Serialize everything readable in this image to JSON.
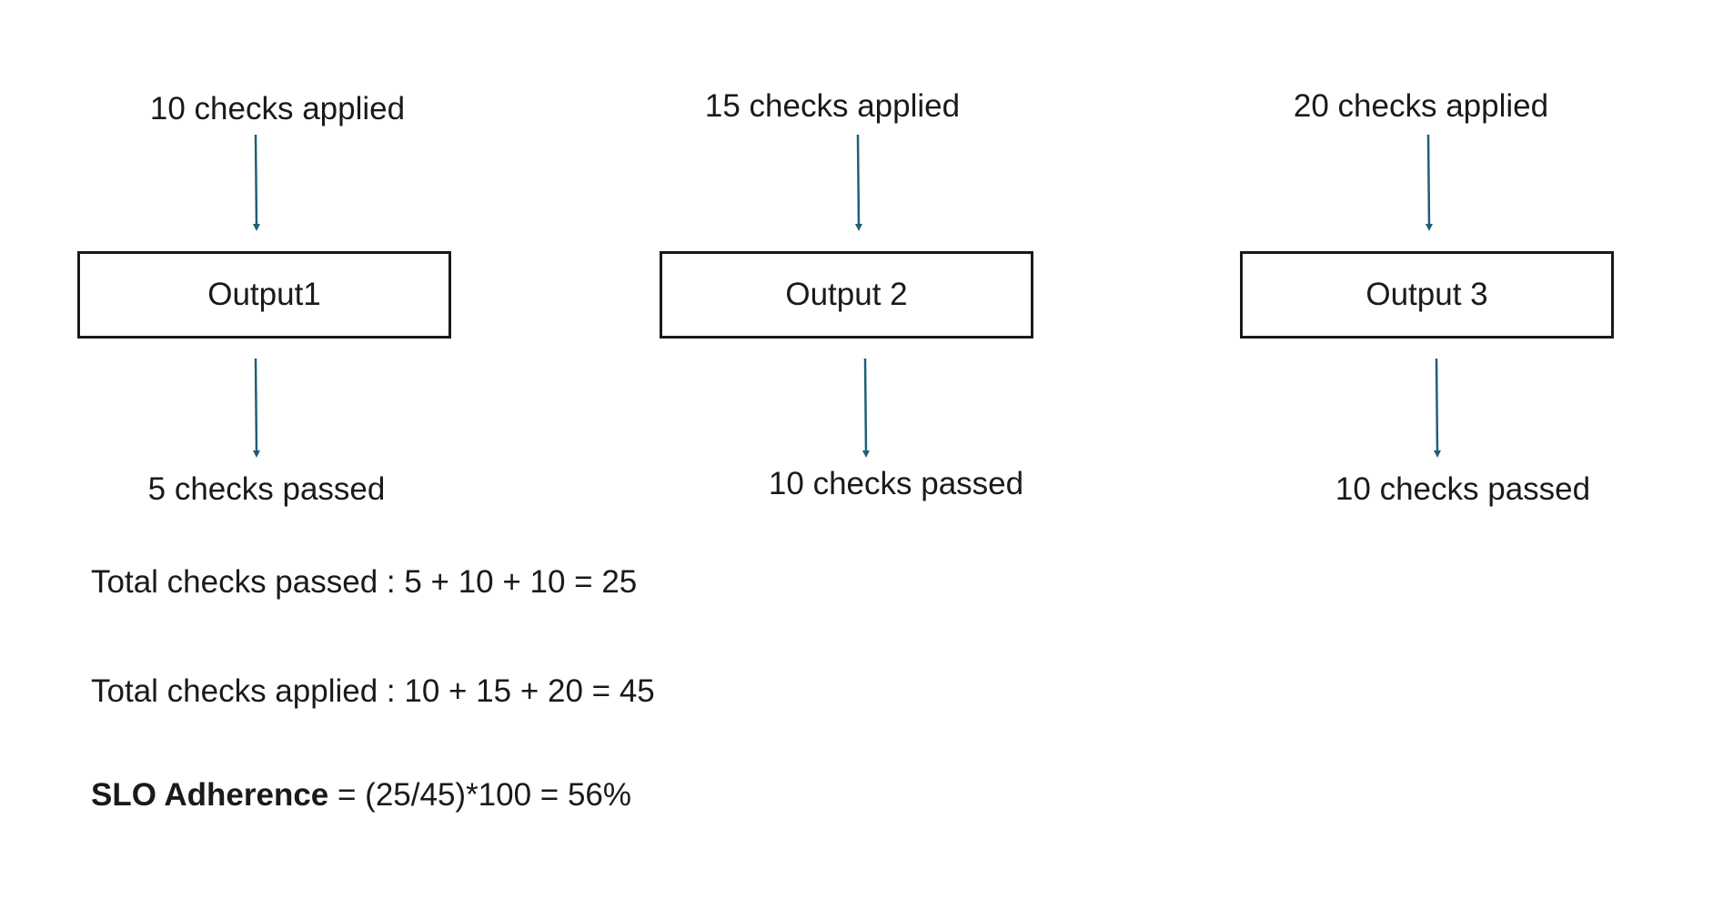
{
  "nodes": [
    {
      "id": "output1",
      "applied_label": "10 checks applied",
      "box_label": "Output1",
      "passed_label": "5 checks passed"
    },
    {
      "id": "output2",
      "applied_label": "15 checks applied",
      "box_label": "Output 2",
      "passed_label": "10 checks passed"
    },
    {
      "id": "output3",
      "applied_label": "20 checks applied",
      "box_label": "Output 3",
      "passed_label": "10 checks passed"
    }
  ],
  "summary": {
    "total_passed": "Total checks passed : 5 + 10 + 10 = 25",
    "total_applied": "Total checks applied : 10 + 15 + 20 = 45",
    "slo_term": "SLO Adherence",
    "slo_formula": " = (25/45)*100 = 56%"
  },
  "colors": {
    "arrow": "#1f5f7a",
    "box_border": "#1a1a1a",
    "text": "#1a1a1a"
  }
}
